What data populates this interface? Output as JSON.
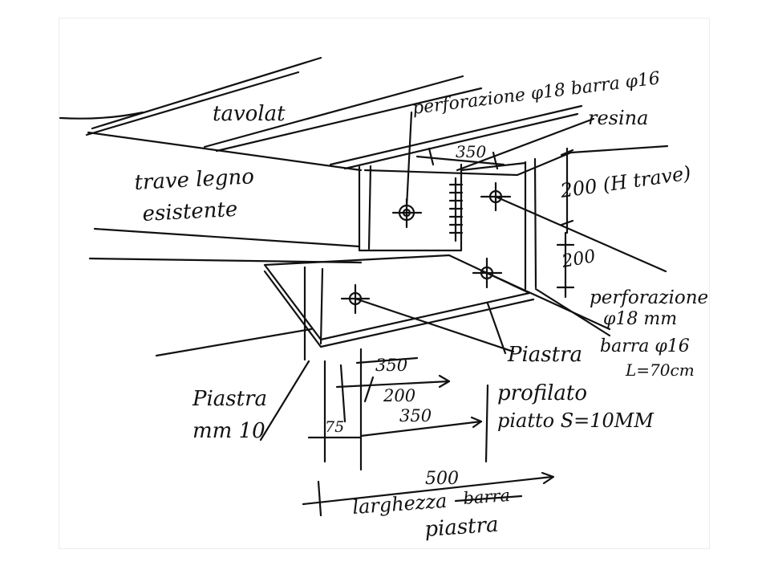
{
  "labels": {
    "tavolato": "tavolat",
    "foratura_top": "perforazione φ18 barra φ16",
    "resina": "resina",
    "dim_350_top": "350",
    "dim_200_h": "200 (H trave)",
    "trave_1": "trave legno",
    "trave_2": "esistente",
    "dim_200_v": "200",
    "foratura_r1": "perforazione",
    "foratura_r2": "φ18 mm",
    "foratura_r3": "barra φ16",
    "foratura_r4": "L=70cm",
    "piastra_r1": "Piastra",
    "piastra_r2": "profilato",
    "piastra_r3": "piatto S=10MM",
    "piastra_l1": "Piastra",
    "piastra_l2": "mm 10",
    "dim_350_struck": "350",
    "dim_200": "200",
    "dim_75": "75",
    "dim_350": "350",
    "dim_500": "500",
    "larghezza": "larghezza",
    "barra_struck": "barra",
    "piastra_b": "piastra"
  },
  "colors": {
    "ink": "#111111",
    "paper": "#ffffff"
  }
}
